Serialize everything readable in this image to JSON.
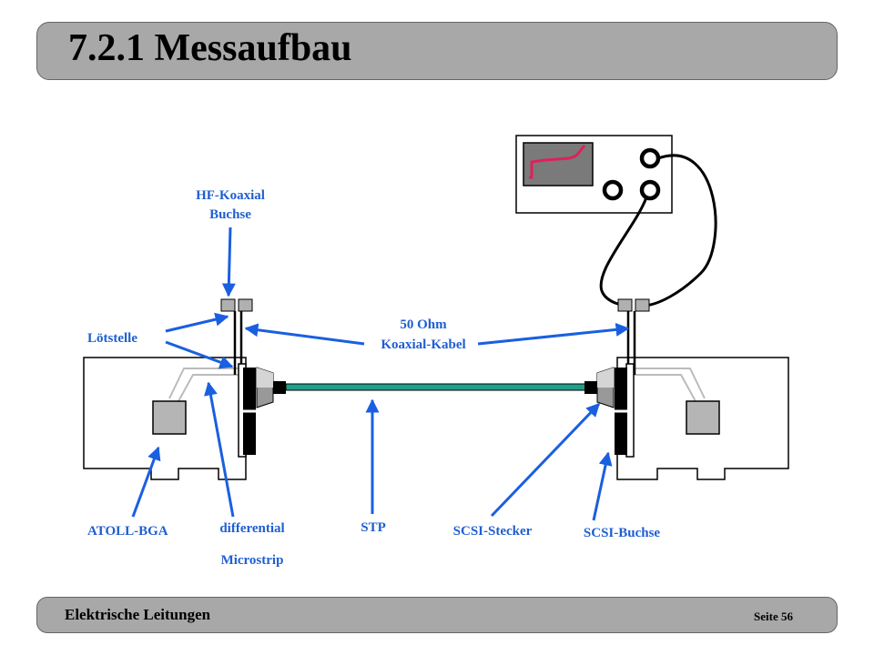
{
  "title": "7.2.1 Messaufbau",
  "footer": {
    "left": "Elektrische Leitungen",
    "right": "Seite 56"
  },
  "labels": {
    "hf_koaxial_line1": "HF-Koaxial",
    "hf_koaxial_line2": "Buchse",
    "loetstelle": "Lötstelle",
    "ohm_line1": "50 Ohm",
    "ohm_line2": "Koaxial-Kabel",
    "atoll": "ATOLL-BGA",
    "differential_line1": "differential",
    "differential_line2": "Microstrip",
    "stp": "STP",
    "scsi_stecker": "SCSI-Stecker",
    "scsi_buchse": "SCSI-Buchse"
  },
  "colors": {
    "label_blue": "#1f5fd0",
    "arrow_blue": "#1a5fe0",
    "cable_green": "#20a08a",
    "screen_trace": "#e0205a",
    "screen_bg": "#7a7a7a",
    "title_bar": "#a8a8a8"
  }
}
